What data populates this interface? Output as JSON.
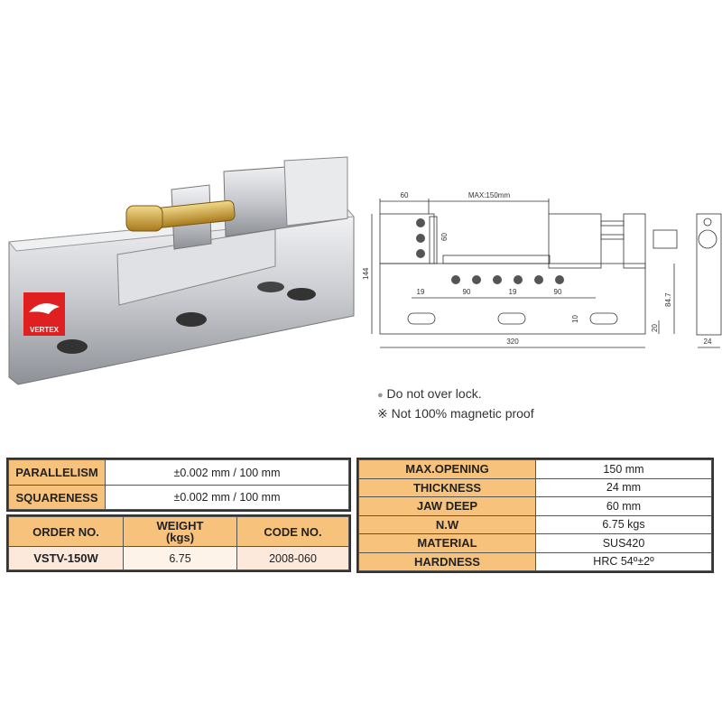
{
  "product_photo": {
    "logo_text": "VERTEX"
  },
  "drawing": {
    "dims": [
      "60",
      "MAX:150mm",
      "60",
      "144",
      "19",
      "90",
      "19",
      "90",
      "10",
      "84.7",
      "20",
      "320",
      "24"
    ]
  },
  "notes": [
    {
      "bullet": "●",
      "text": "Do not over lock."
    },
    {
      "bullet": "※",
      "text": "Not 100% magnetic proof"
    }
  ],
  "accuracy_table": [
    {
      "label": "PARALLELISM",
      "value": "±0.002 mm / 100 mm"
    },
    {
      "label": "SQUARENESS",
      "value": "±0.002 mm / 100 mm"
    }
  ],
  "order_table": {
    "headers": [
      "ORDER NO.",
      "WEIGHT",
      "(kgs)",
      "CODE NO."
    ],
    "row": [
      "VSTV-150W",
      "6.75",
      "2008-060"
    ]
  },
  "spec_table": [
    {
      "label": "MAX.OPENING",
      "value": "150 mm"
    },
    {
      "label": "THICKNESS",
      "value": "24 mm"
    },
    {
      "label": "JAW DEEP",
      "value": "60 mm"
    },
    {
      "label": "N.W",
      "value": "6.75 kgs"
    },
    {
      "label": "MATERIAL",
      "value": "SUS420"
    },
    {
      "label": "HARDNESS",
      "value": "HRC 54º±2º"
    }
  ],
  "colors": {
    "label_bg": "#f7c27c",
    "row_bg": "#fde9dc",
    "logo_red": "#e02020"
  }
}
